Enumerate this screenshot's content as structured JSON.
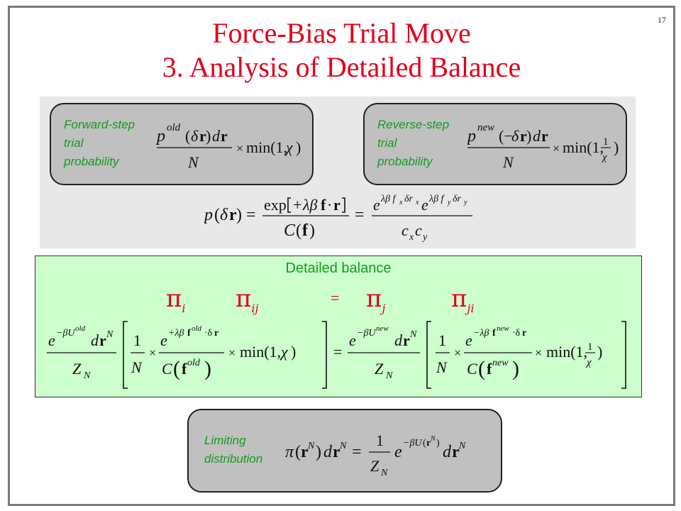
{
  "slide": {
    "number": "17",
    "title_line1": "Force-Bias Trial Move",
    "title_line2": "3.  Analysis of Detailed Balance"
  },
  "forward_box": {
    "label_lines": [
      "Forward-step",
      "trial",
      "probability"
    ]
  },
  "reverse_box": {
    "label_lines": [
      "Reverse-step",
      "trial",
      "probability"
    ]
  },
  "detailed_balance": {
    "heading": "Detailed balance",
    "pi_subscripts": [
      "i",
      "ij",
      "j",
      "ji"
    ],
    "equals": "="
  },
  "limiting_box": {
    "label_lines": [
      "Limiting",
      "distribution"
    ]
  },
  "colors": {
    "title": "#e0001b",
    "label_green": "#159a21",
    "gray_box": "#c0c0c0",
    "green_panel": "#ccffcc"
  }
}
